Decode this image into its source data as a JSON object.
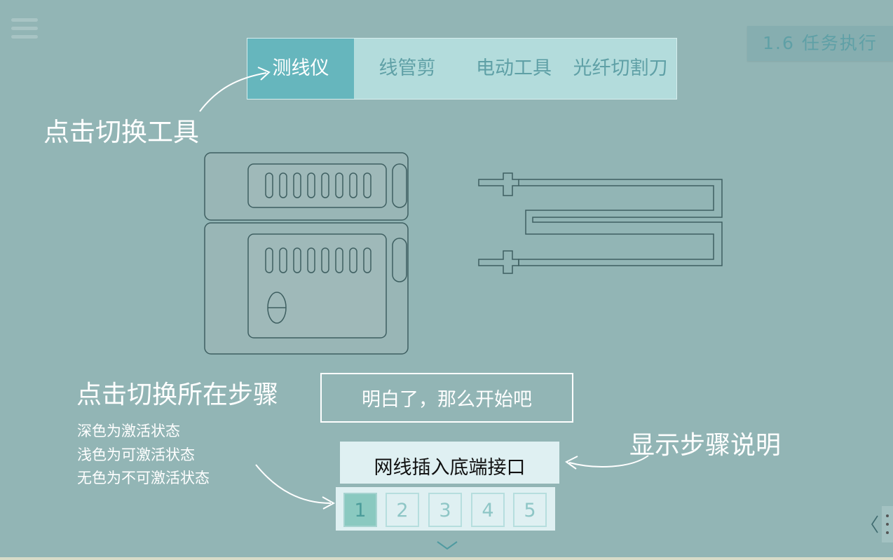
{
  "section": {
    "title": "1.6 任务执行"
  },
  "tools": {
    "tabs": [
      {
        "label": "测线仪",
        "active": true
      },
      {
        "label": "线管剪",
        "active": false
      },
      {
        "label": "电动工具",
        "active": false
      },
      {
        "label": "光纤切割刀",
        "active": false
      }
    ]
  },
  "annotations": {
    "switch_tool": "点击切换工具",
    "switch_step": "点击切换所在步骤",
    "legend": [
      "深色为激活状态",
      "浅色为可激活状态",
      "无色为不可激活状态"
    ],
    "step_desc_hint": "显示步骤说明"
  },
  "start_button": {
    "label": "明白了，那么开始吧"
  },
  "step_description": {
    "text": "网线插入底端接口"
  },
  "steps": {
    "items": [
      {
        "label": "1",
        "state": "active"
      },
      {
        "label": "2",
        "state": "available"
      },
      {
        "label": "3",
        "state": "available"
      },
      {
        "label": "4",
        "state": "available"
      },
      {
        "label": "5",
        "state": "available"
      }
    ]
  },
  "colors": {
    "background": "#92b5b5",
    "tab_active": "#66b6bd",
    "tab_bar": "#b3dcdc",
    "line": "#3e5f61"
  },
  "icons": [
    "menu-icon",
    "chevron-down-icon",
    "chevron-left-icon",
    "more-vertical-icon"
  ]
}
